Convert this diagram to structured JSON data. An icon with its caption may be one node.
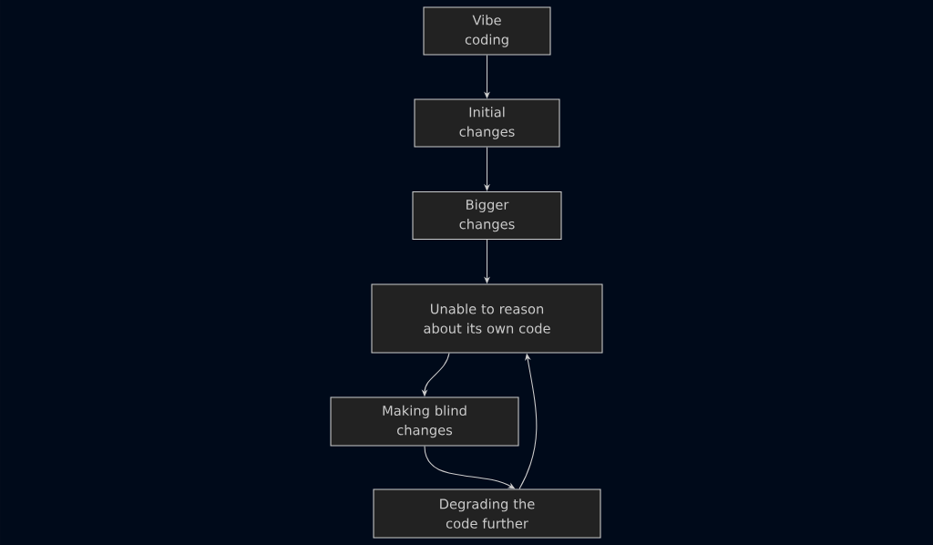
{
  "diagram": {
    "nodes": [
      {
        "text": [
          "Vibe coding"
        ]
      },
      {
        "text": [
          "Initial changes"
        ]
      },
      {
        "text": [
          "Bigger changes"
        ]
      },
      {
        "text": [
          "Unable to reason about its own code"
        ]
      },
      {
        "text": [
          "Making blind changes"
        ]
      },
      {
        "text": [
          "Degrading the code further"
        ]
      }
    ],
    "edges": [
      {
        "from": 0,
        "to": 1,
        "arrow": "to"
      },
      {
        "from": 1,
        "to": 2,
        "arrow": "to"
      },
      {
        "from": 2,
        "to": 3,
        "arrow": "to"
      },
      {
        "from": 3,
        "to": 4,
        "arrow": "to"
      },
      {
        "from": 4,
        "to": 5,
        "arrow": "to"
      },
      {
        "from": 5,
        "to": 3,
        "arrow": "to"
      }
    ]
  }
}
